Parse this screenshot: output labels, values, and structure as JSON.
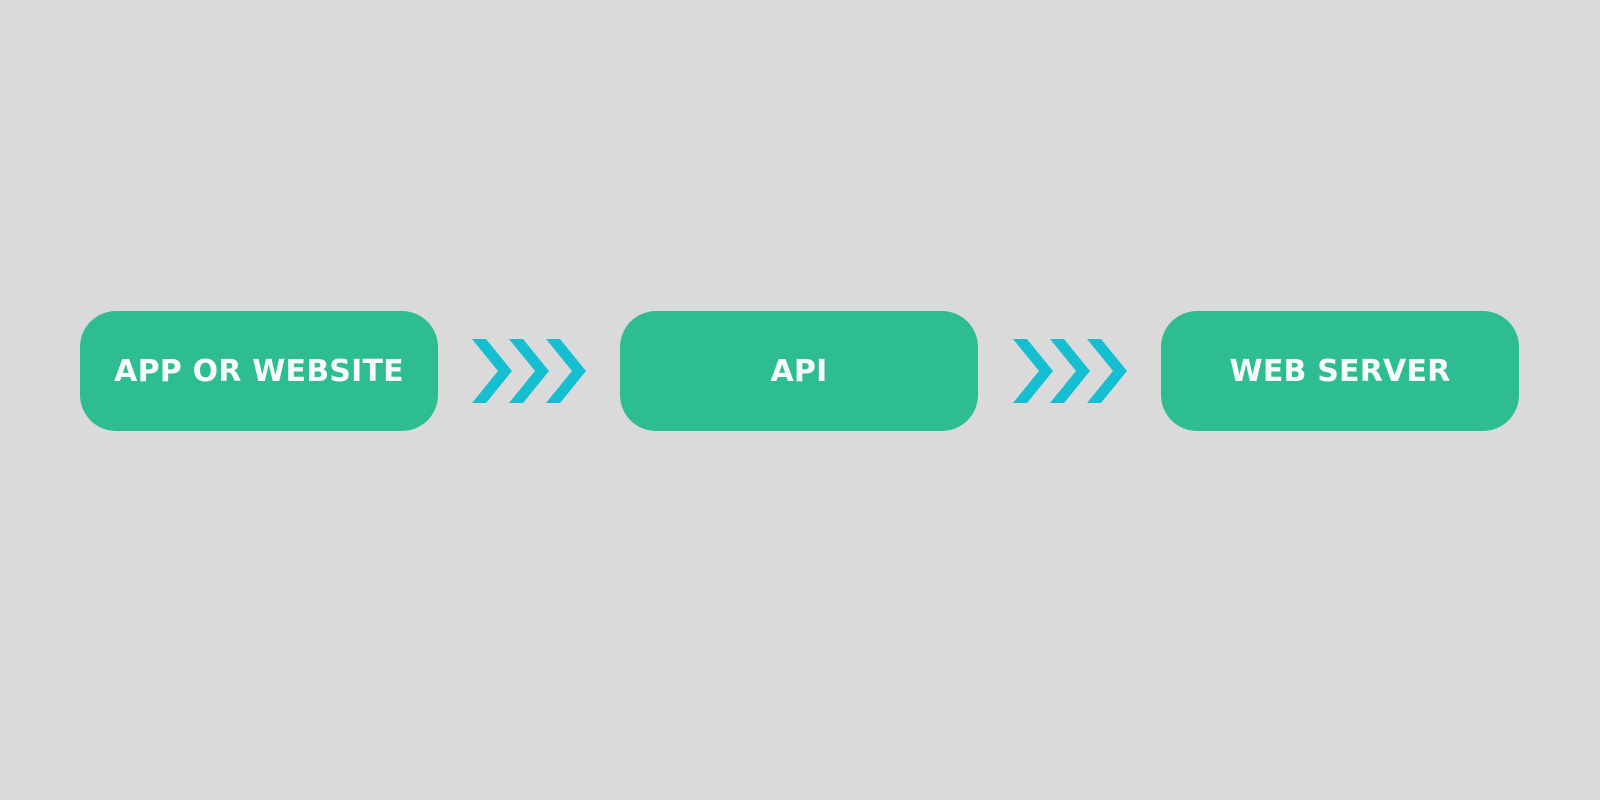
{
  "diagram": {
    "background_color": "#dadada",
    "node_color": "#2ebd92",
    "label_color": "#f7fbf8",
    "arrow_color": "#16bfcf",
    "nodes": [
      {
        "label": "APP OR WEBSITE"
      },
      {
        "label": "API"
      },
      {
        "label": "WEB SERVER"
      }
    ],
    "connectors": [
      {
        "from": "APP OR WEBSITE",
        "to": "API",
        "icon": "triple-chevron-right-icon"
      },
      {
        "from": "API",
        "to": "WEB SERVER",
        "icon": "triple-chevron-right-icon"
      }
    ]
  }
}
